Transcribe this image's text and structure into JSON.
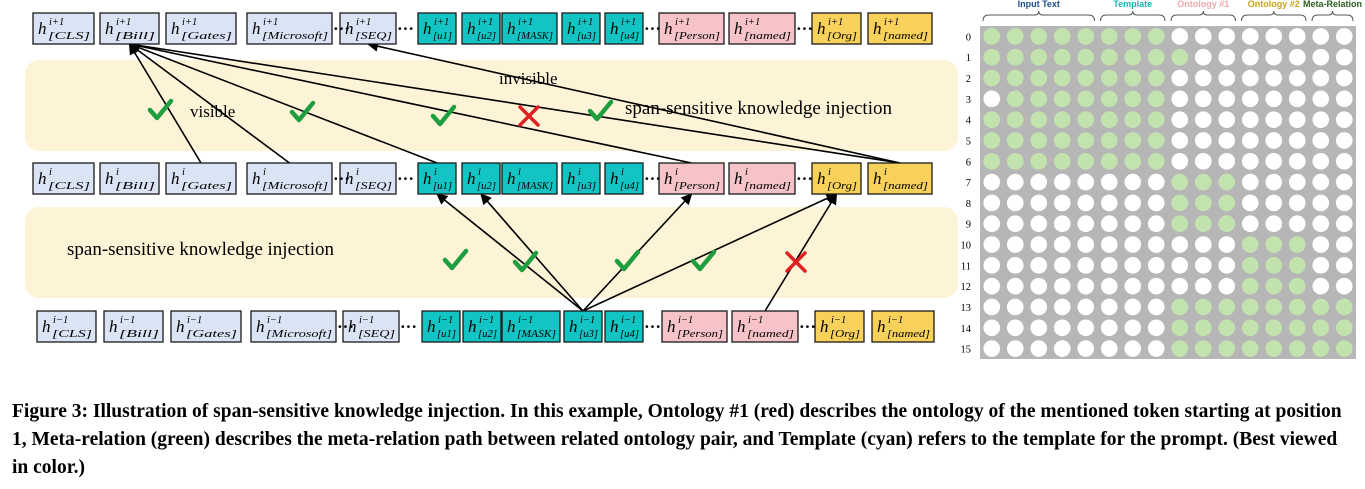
{
  "figure": {
    "rows": [
      {
        "superscript": "i+1",
        "tokens": [
          {
            "sub": "[CLS]",
            "color": "#dbe4f4"
          },
          {
            "sub": "[Bill]",
            "color": "#dbe4f4"
          },
          {
            "sub": "[Gates]",
            "color": "#dbe4f4"
          },
          {
            "sub": "[Microsoft]",
            "color": "#dbe4f4"
          },
          {
            "sub": "[SEQ]",
            "color": "#dbe4f4"
          },
          {
            "sub": "[u1]",
            "color": "#13c4c4"
          },
          {
            "sub": "[u2]",
            "color": "#13c4c4"
          },
          {
            "sub": "[MASK]",
            "color": "#13c4c4"
          },
          {
            "sub": "[u3]",
            "color": "#13c4c4"
          },
          {
            "sub": "[u4]",
            "color": "#13c4c4"
          },
          {
            "sub": "[Person]",
            "color": "#f6c4c8"
          },
          {
            "sub": "[named]",
            "color": "#f6c4c8"
          },
          {
            "sub": "[Org]",
            "color": "#f8d15a"
          },
          {
            "sub": "[named]",
            "color": "#f8d15a"
          }
        ]
      },
      {
        "superscript": "i",
        "tokens": [
          {
            "sub": "[CLS]",
            "color": "#dbe4f4"
          },
          {
            "sub": "[Bill]",
            "color": "#dbe4f4"
          },
          {
            "sub": "[Gates]",
            "color": "#dbe4f4"
          },
          {
            "sub": "[Microsoft]",
            "color": "#dbe4f4"
          },
          {
            "sub": "[SEQ]",
            "color": "#dbe4f4"
          },
          {
            "sub": "[u1]",
            "color": "#13c4c4"
          },
          {
            "sub": "[u2]",
            "color": "#13c4c4"
          },
          {
            "sub": "[MASK]",
            "color": "#13c4c4"
          },
          {
            "sub": "[u3]",
            "color": "#13c4c4"
          },
          {
            "sub": "[u4]",
            "color": "#13c4c4"
          },
          {
            "sub": "[Person]",
            "color": "#f6c4c8"
          },
          {
            "sub": "[named]",
            "color": "#f6c4c8"
          },
          {
            "sub": "[Org]",
            "color": "#f8d15a"
          },
          {
            "sub": "[named]",
            "color": "#f8d15a"
          }
        ]
      },
      {
        "superscript": "i−1",
        "tokens": [
          {
            "sub": "[CLS]",
            "color": "#dbe4f4"
          },
          {
            "sub": "[Bill]",
            "color": "#dbe4f4"
          },
          {
            "sub": "[Gates]",
            "color": "#dbe4f4"
          },
          {
            "sub": "[Microsoft]",
            "color": "#dbe4f4"
          },
          {
            "sub": "[SEQ]",
            "color": "#dbe4f4"
          },
          {
            "sub": "[u1]",
            "color": "#13c4c4"
          },
          {
            "sub": "[u2]",
            "color": "#13c4c4"
          },
          {
            "sub": "[MASK]",
            "color": "#13c4c4"
          },
          {
            "sub": "[u3]",
            "color": "#13c4c4"
          },
          {
            "sub": "[u4]",
            "color": "#13c4c4"
          },
          {
            "sub": "[Person]",
            "color": "#f6c4c8"
          },
          {
            "sub": "[named]",
            "color": "#f6c4c8"
          },
          {
            "sub": "[Org]",
            "color": "#f8d15a"
          },
          {
            "sub": "[named]",
            "color": "#f8d15a"
          }
        ]
      }
    ],
    "ellipsis": "···",
    "labels": {
      "invisible": "invisible",
      "visible": "visible",
      "band_top": "span-sensitive knowledge injection",
      "band_bottom": "span-sensitive knowledge injection"
    },
    "band_color": "#fdf3d6",
    "check_color": "#1e9e3e",
    "cross_color": "#e02020",
    "upper_connections": [
      {
        "from_token": 2,
        "to_token": 1,
        "mark": "none"
      },
      {
        "from_token": 3,
        "to_token": 1,
        "mark": "check"
      },
      {
        "from_token": 5,
        "to_token": 1,
        "mark": "check"
      },
      {
        "from_token": 10,
        "to_token": 1,
        "mark": "check"
      },
      {
        "from_token": 13,
        "to_token": 1,
        "mark": "cross"
      },
      {
        "from_token": 13,
        "to_token": 4,
        "mark": "check"
      }
    ],
    "lower_connections": [
      {
        "from_token": 8,
        "to_token": 5,
        "mark": "check"
      },
      {
        "from_token": 8,
        "to_token": 6,
        "mark": "check"
      },
      {
        "from_token": 8,
        "to_token": 10,
        "mark": "check"
      },
      {
        "from_token": 8,
        "to_token": 12,
        "mark": "check"
      },
      {
        "from_token": 11,
        "to_token": 12,
        "mark": "cross"
      }
    ]
  },
  "matrix": {
    "group_headers": [
      {
        "label": "Input Text",
        "color": "#1f4e8c",
        "first_col": 0,
        "last_col": 4
      },
      {
        "label": "Template",
        "color": "#17b6b6",
        "first_col": 5,
        "last_col": 7
      },
      {
        "label": "Ontology #1",
        "color": "#f3a6ac",
        "first_col": 8,
        "last_col": 10
      },
      {
        "label": "Ontology #2",
        "color": "#c9a227",
        "first_col": 11,
        "last_col": 13
      },
      {
        "label": "Meta-Relation",
        "color": "#2b5e1f",
        "first_col": 14,
        "last_col": 15
      }
    ],
    "row_labels": [
      "0",
      "1",
      "2",
      "3",
      "4",
      "5",
      "6",
      "7",
      "8",
      "9",
      "10",
      "11",
      "12",
      "13",
      "14",
      "15"
    ],
    "background": "#b6b6b6",
    "visible_color": "#c3e3ae",
    "masked_color": "#ffffff",
    "cells": [
      [
        1,
        1,
        1,
        1,
        1,
        1,
        1,
        1,
        0,
        0,
        0,
        0,
        0,
        0,
        0,
        0
      ],
      [
        1,
        1,
        1,
        1,
        1,
        1,
        1,
        1,
        1,
        0,
        0,
        0,
        0,
        0,
        0,
        0
      ],
      [
        1,
        1,
        1,
        1,
        1,
        1,
        1,
        1,
        0,
        0,
        0,
        0,
        0,
        0,
        0,
        0
      ],
      [
        0,
        1,
        1,
        1,
        1,
        1,
        1,
        1,
        0,
        0,
        0,
        0,
        0,
        0,
        0,
        0
      ],
      [
        1,
        1,
        1,
        1,
        1,
        1,
        1,
        1,
        0,
        0,
        0,
        0,
        0,
        0,
        0,
        0
      ],
      [
        1,
        1,
        1,
        1,
        1,
        1,
        1,
        1,
        0,
        0,
        0,
        0,
        0,
        0,
        0,
        0
      ],
      [
        1,
        1,
        1,
        1,
        1,
        1,
        1,
        1,
        0,
        0,
        0,
        0,
        0,
        0,
        0,
        0
      ],
      [
        0,
        0,
        0,
        0,
        0,
        0,
        0,
        0,
        1,
        1,
        1,
        0,
        0,
        0,
        0,
        0
      ],
      [
        0,
        0,
        0,
        0,
        0,
        0,
        0,
        0,
        1,
        1,
        1,
        0,
        0,
        0,
        0,
        0
      ],
      [
        0,
        0,
        0,
        0,
        0,
        0,
        0,
        0,
        1,
        1,
        1,
        0,
        0,
        0,
        0,
        0
      ],
      [
        0,
        0,
        0,
        0,
        0,
        0,
        0,
        0,
        0,
        0,
        0,
        1,
        1,
        1,
        0,
        0
      ],
      [
        0,
        0,
        0,
        0,
        0,
        0,
        0,
        0,
        0,
        0,
        0,
        1,
        1,
        1,
        0,
        0
      ],
      [
        0,
        0,
        0,
        0,
        0,
        0,
        0,
        0,
        0,
        0,
        0,
        1,
        1,
        1,
        0,
        0
      ],
      [
        0,
        0,
        0,
        0,
        0,
        0,
        0,
        0,
        1,
        1,
        1,
        1,
        1,
        1,
        1,
        1
      ],
      [
        0,
        0,
        0,
        0,
        0,
        0,
        0,
        0,
        1,
        1,
        1,
        1,
        1,
        1,
        1,
        1
      ],
      [
        0,
        0,
        0,
        0,
        0,
        0,
        0,
        0,
        1,
        1,
        1,
        1,
        1,
        1,
        1,
        1
      ]
    ]
  },
  "caption": "Figure 3: Illustration of span-sensitive knowledge injection. In this example, Ontology #1 (red) describes the ontology of the mentioned token starting at position 1, Meta-relation (green) describes the meta-relation path between related ontology pair, and Template (cyan) refers to the template for the prompt. (Best viewed in color.)"
}
